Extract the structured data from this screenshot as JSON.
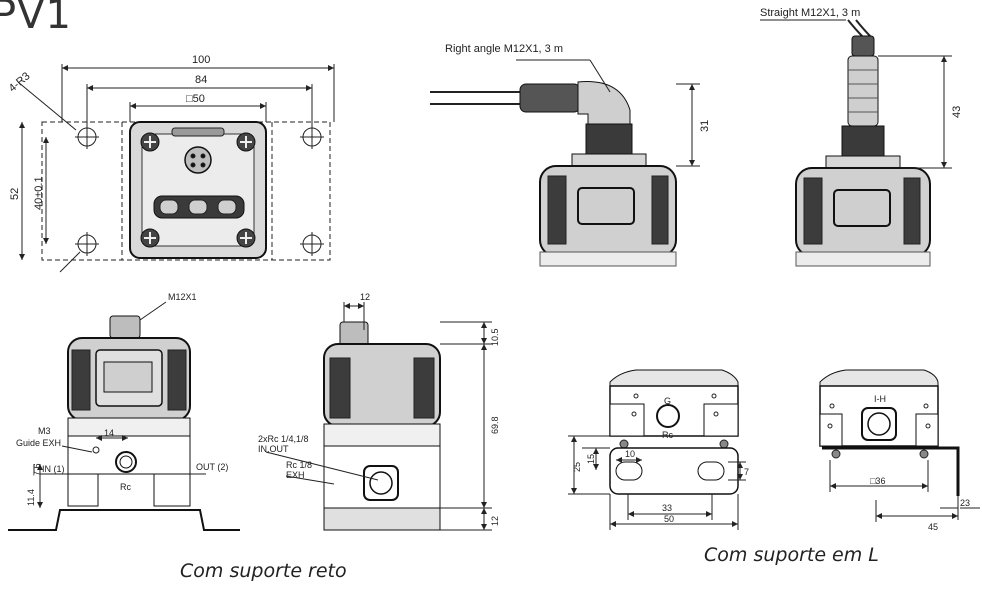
{
  "title_fragment": "PV1",
  "top_left": {
    "dim_100": "100",
    "dim_84": "84",
    "dim_50": "□50",
    "dim_r3": "4-R3",
    "dim_52": "52",
    "dim_40": "40±0.1"
  },
  "right_angle": {
    "cable_label": "Right angle M12X1, 3 m",
    "dim_31": "31"
  },
  "straight": {
    "cable_label": "Straight M12X1, 3 m",
    "dim_43": "43"
  },
  "front_bracket": {
    "m12": "M12X1",
    "m3": "M3",
    "guide": "Guide EXH",
    "dim_14": "14",
    "in1": "IN (1)",
    "out2": "OUT (2)",
    "dim_7_6": "7.6",
    "dim_11_4": "11.4",
    "rc": "Rc"
  },
  "side_bracket": {
    "dim_12_top": "12",
    "dim_10_5": "10.5",
    "dim_69_8": "69.8",
    "dim_12_bottom": "12",
    "port_label_1": "2xRc 1/4,1/8",
    "port_label_2": "IN,OUT",
    "exh_label_1": "Rc 1/8",
    "exh_label_2": "EXH"
  },
  "l_front": {
    "dim_25": "25",
    "dim_15": "15",
    "dim_10": "10",
    "dim_7": "7",
    "dim_33": "33",
    "dim_50": "50",
    "rc": "Rc",
    "g": "G"
  },
  "l_side": {
    "dim_36": "□36",
    "dim_23": "23",
    "dim_45": "45"
  },
  "captions": {
    "straight_bracket": "Com suporte reto",
    "l_bracket": "Com suporte em L"
  }
}
